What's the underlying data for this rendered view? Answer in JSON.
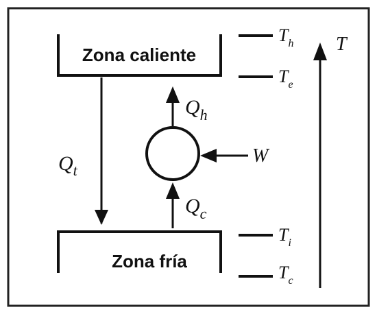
{
  "diagram": {
    "hot_zone_label": "Zona caliente",
    "cold_zone_label": "Zona fría",
    "flows": {
      "qt": {
        "base": "Q",
        "sub": "t"
      },
      "qh": {
        "base": "Q",
        "sub": "h"
      },
      "qc": {
        "base": "Q",
        "sub": "c"
      },
      "work": "W"
    },
    "temperature_levels": {
      "th": {
        "base": "T",
        "sub": "h"
      },
      "te": {
        "base": "T",
        "sub": "e"
      },
      "ti": {
        "base": "T",
        "sub": "i"
      },
      "tc": {
        "base": "T",
        "sub": "c"
      }
    },
    "temperature_axis_label": "T"
  }
}
